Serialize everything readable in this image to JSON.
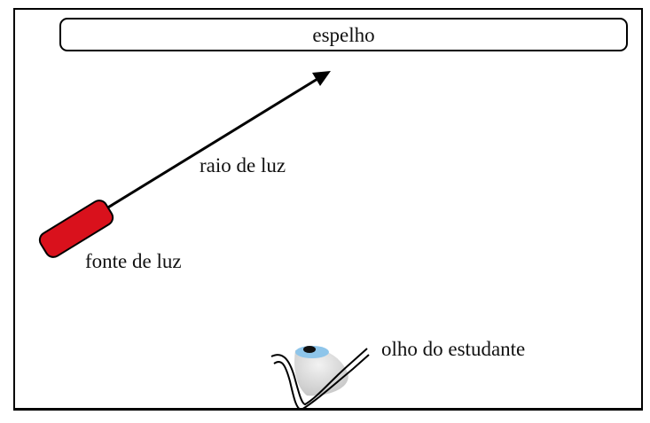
{
  "diagram": {
    "mirror": {
      "label": "espelho"
    },
    "light_ray": {
      "label": "raio de luz"
    },
    "light_source": {
      "label": "fonte de luz",
      "color": "#d9111c"
    },
    "student_eye": {
      "label": "olho do estudante",
      "iris_color": "#8ec5ea"
    }
  }
}
